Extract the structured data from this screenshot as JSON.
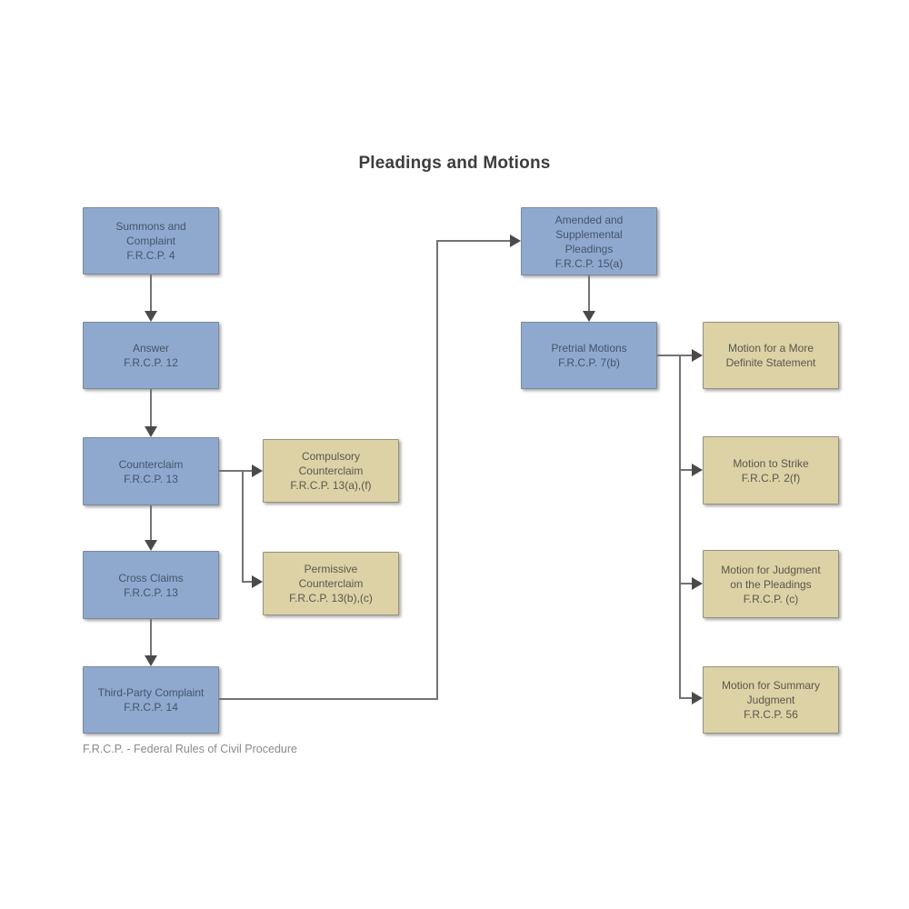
{
  "title": "Pleadings and Motions",
  "footnote": "F.R.C.P. - Federal Rules of Civil Procedure",
  "colors": {
    "title_text": "#3d3d3d",
    "footnote_text": "#8a8a8a",
    "node_blue_fill": "#8FA9CE",
    "node_blue_border": "#7d8799",
    "node_blue_text": "#44546C",
    "node_tan_fill": "#DCD2A6",
    "node_tan_border": "#97927C",
    "node_tan_text": "#5B574C",
    "connector": "#737373",
    "arrowhead": "#4a4a4a"
  },
  "nodes": {
    "summons": {
      "label": "Summons and\nComplaint\nF.R.C.P. 4",
      "style": "blue"
    },
    "answer": {
      "label": "Answer\nF.R.C.P. 12",
      "style": "blue"
    },
    "counterclaim": {
      "label": "Counterclaim\nF.R.C.P. 13",
      "style": "blue"
    },
    "cross_claims": {
      "label": "Cross Claims\nF.R.C.P. 13",
      "style": "blue"
    },
    "third_party": {
      "label": "Third-Party Complaint\nF.R.C.P. 14",
      "style": "blue"
    },
    "compulsory": {
      "label": "Compulsory\nCounterclaim\nF.R.C.P. 13(a),(f)",
      "style": "tan"
    },
    "permissive": {
      "label": "Permissive\nCounterclaim\nF.R.C.P. 13(b),(c)",
      "style": "tan"
    },
    "amended": {
      "label": "Amended and\nSupplemental\nPleadings\nF.R.C.P. 15(a)",
      "style": "blue"
    },
    "pretrial": {
      "label": "Pretrial Motions\nF.R.C.P. 7(b)",
      "style": "blue"
    },
    "definite_statement": {
      "label": "Motion for a More\nDefinite Statement",
      "style": "tan"
    },
    "strike": {
      "label": "Motion to Strike\nF.R.C.P. 2(f)",
      "style": "tan"
    },
    "judgment_pleadings": {
      "label": "Motion for Judgment\non the Pleadings\nF.R.C.P. (c)",
      "style": "tan"
    },
    "summary_judgment": {
      "label": "Motion for Summary\nJudgment\nF.R.C.P. 56",
      "style": "tan"
    }
  }
}
